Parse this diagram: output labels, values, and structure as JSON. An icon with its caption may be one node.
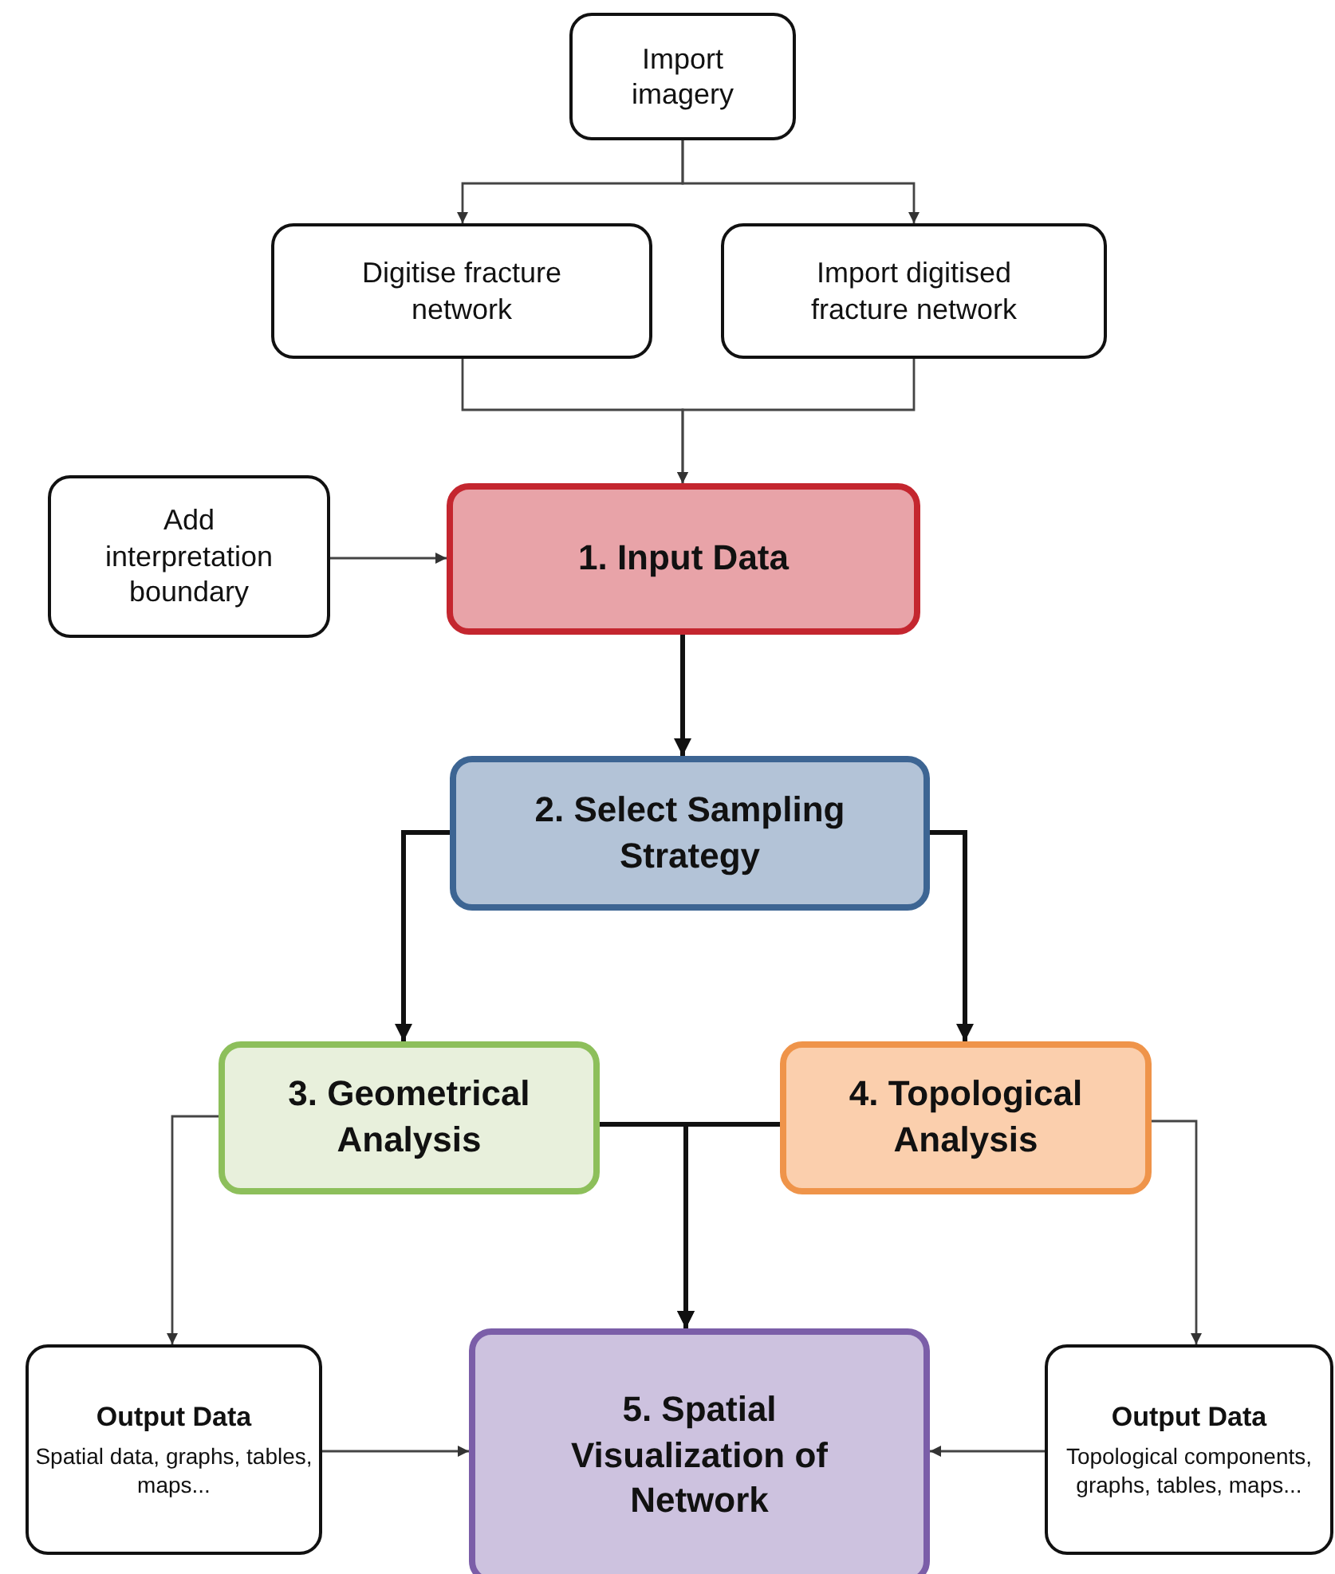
{
  "diagram": {
    "nodes": [
      {
        "text": [
          "Import imagery"
        ]
      },
      {
        "text": [
          "Digitise fracture network"
        ]
      },
      {
        "text": [
          "Import digitised fracture network"
        ]
      },
      {
        "text": [
          "Add interpretation boundary"
        ]
      },
      {
        "text": [
          "1. Input Data"
        ]
      },
      {
        "text": [
          "2. Select Sampling Strategy"
        ]
      },
      {
        "text": [
          "3. Geometrical Analysis"
        ]
      },
      {
        "text": [
          "4. Topological Analysis"
        ]
      },
      {
        "text": [
          "Output Data",
          "Spatial data, graphs, tables, maps..."
        ]
      },
      {
        "text": [
          "5. Spatial Visualization of Network"
        ]
      },
      {
        "text": [
          "Output Data",
          "Topological components, graphs, tables, maps..."
        ]
      }
    ],
    "edges": [
      {
        "from": 0,
        "to": 1,
        "arrow": "to"
      },
      {
        "from": 0,
        "to": 2,
        "arrow": "to"
      },
      {
        "from": 1,
        "to": 4,
        "arrow": "to"
      },
      {
        "from": 2,
        "to": 4,
        "arrow": "to"
      },
      {
        "from": 3,
        "to": 4,
        "arrow": "to"
      },
      {
        "from": 4,
        "to": 5,
        "arrow": "to",
        "style": "thick"
      },
      {
        "from": 5,
        "to": 6,
        "arrow": "to",
        "style": "thick"
      },
      {
        "from": 5,
        "to": 7,
        "arrow": "to",
        "style": "thick"
      },
      {
        "from": 6,
        "to": 8,
        "arrow": "to"
      },
      {
        "from": 6,
        "to": 9,
        "arrow": "to",
        "style": "thick"
      },
      {
        "from": 7,
        "to": 9,
        "arrow": "to",
        "style": "thick"
      },
      {
        "from": 7,
        "to": 10,
        "arrow": "to"
      },
      {
        "from": 8,
        "to": 9,
        "arrow": "to"
      },
      {
        "from": 10,
        "to": 9,
        "arrow": "to"
      }
    ]
  }
}
